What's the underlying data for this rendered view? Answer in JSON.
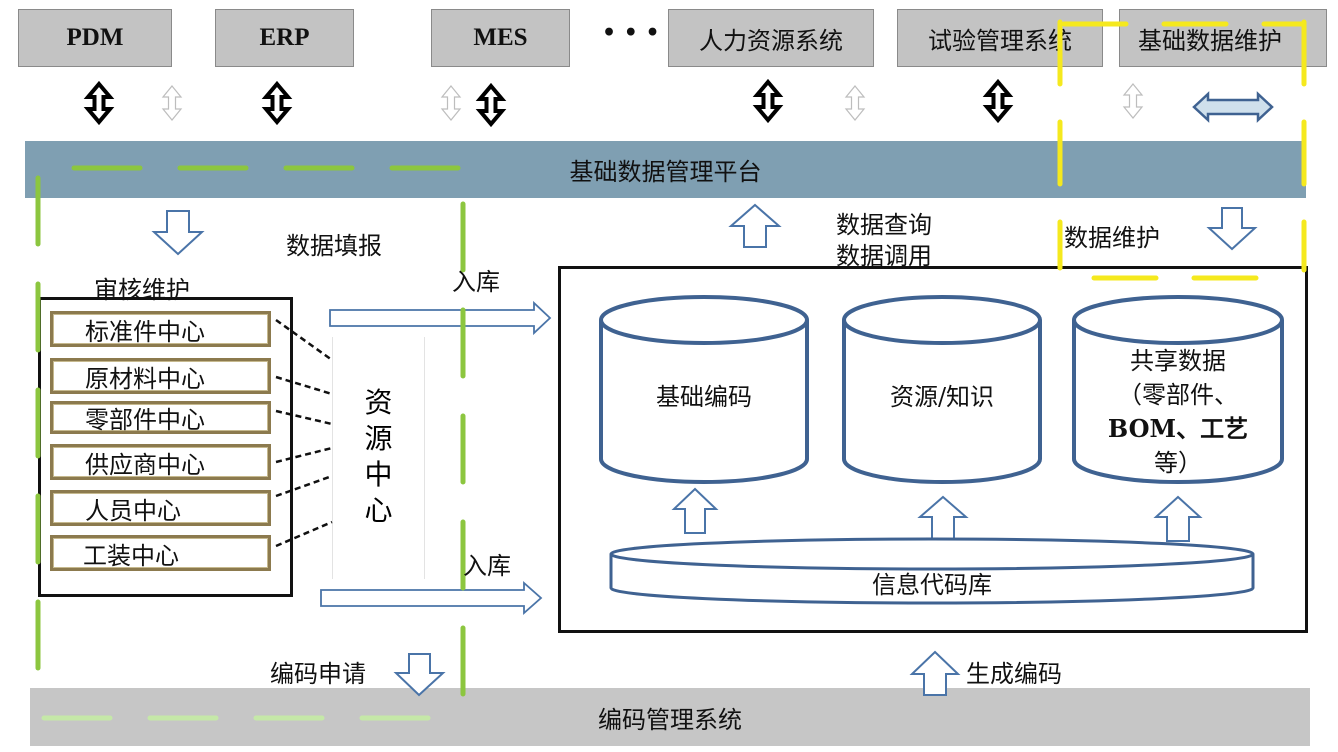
{
  "systems": [
    "PDM",
    "ERP",
    "MES",
    "人力资源系统",
    "试验管理系统",
    "基础数据维护"
  ],
  "ellipsis": "• • •",
  "platform": "基础数据管理平台",
  "coding_system": "编码管理系统",
  "labels": {
    "data_fill": "数据填报",
    "audit": "审核维护",
    "store_top": "入库",
    "store_bottom": "入库",
    "data_query": "数据查询",
    "data_call": "数据调用",
    "data_maintain": "数据维护",
    "code_apply": "编码申请",
    "gen_code": "生成编码"
  },
  "centers": [
    "标准件中心",
    "原材料中心",
    "零部件中心",
    "供应商中心",
    "人员中心",
    "工装中心"
  ],
  "resource_center": [
    "资",
    "源",
    "中",
    "心"
  ],
  "databases": {
    "basic_code": "基础编码",
    "resource": "资源/知识",
    "shared_lines": [
      "共享数据",
      "（零部件、",
      "BOM、工艺",
      "等）"
    ],
    "info_code_lib": "信息代码库"
  },
  "colors": {
    "band": "#7f9fb2",
    "band_bottom": "#c6c6c6",
    "db_stroke": "#3f6291",
    "arrow_stroke": "#4a74a8",
    "green_dash": "#8cc63f",
    "yellow_dash": "#f5e91e",
    "center_border": "#8c7a4e"
  }
}
